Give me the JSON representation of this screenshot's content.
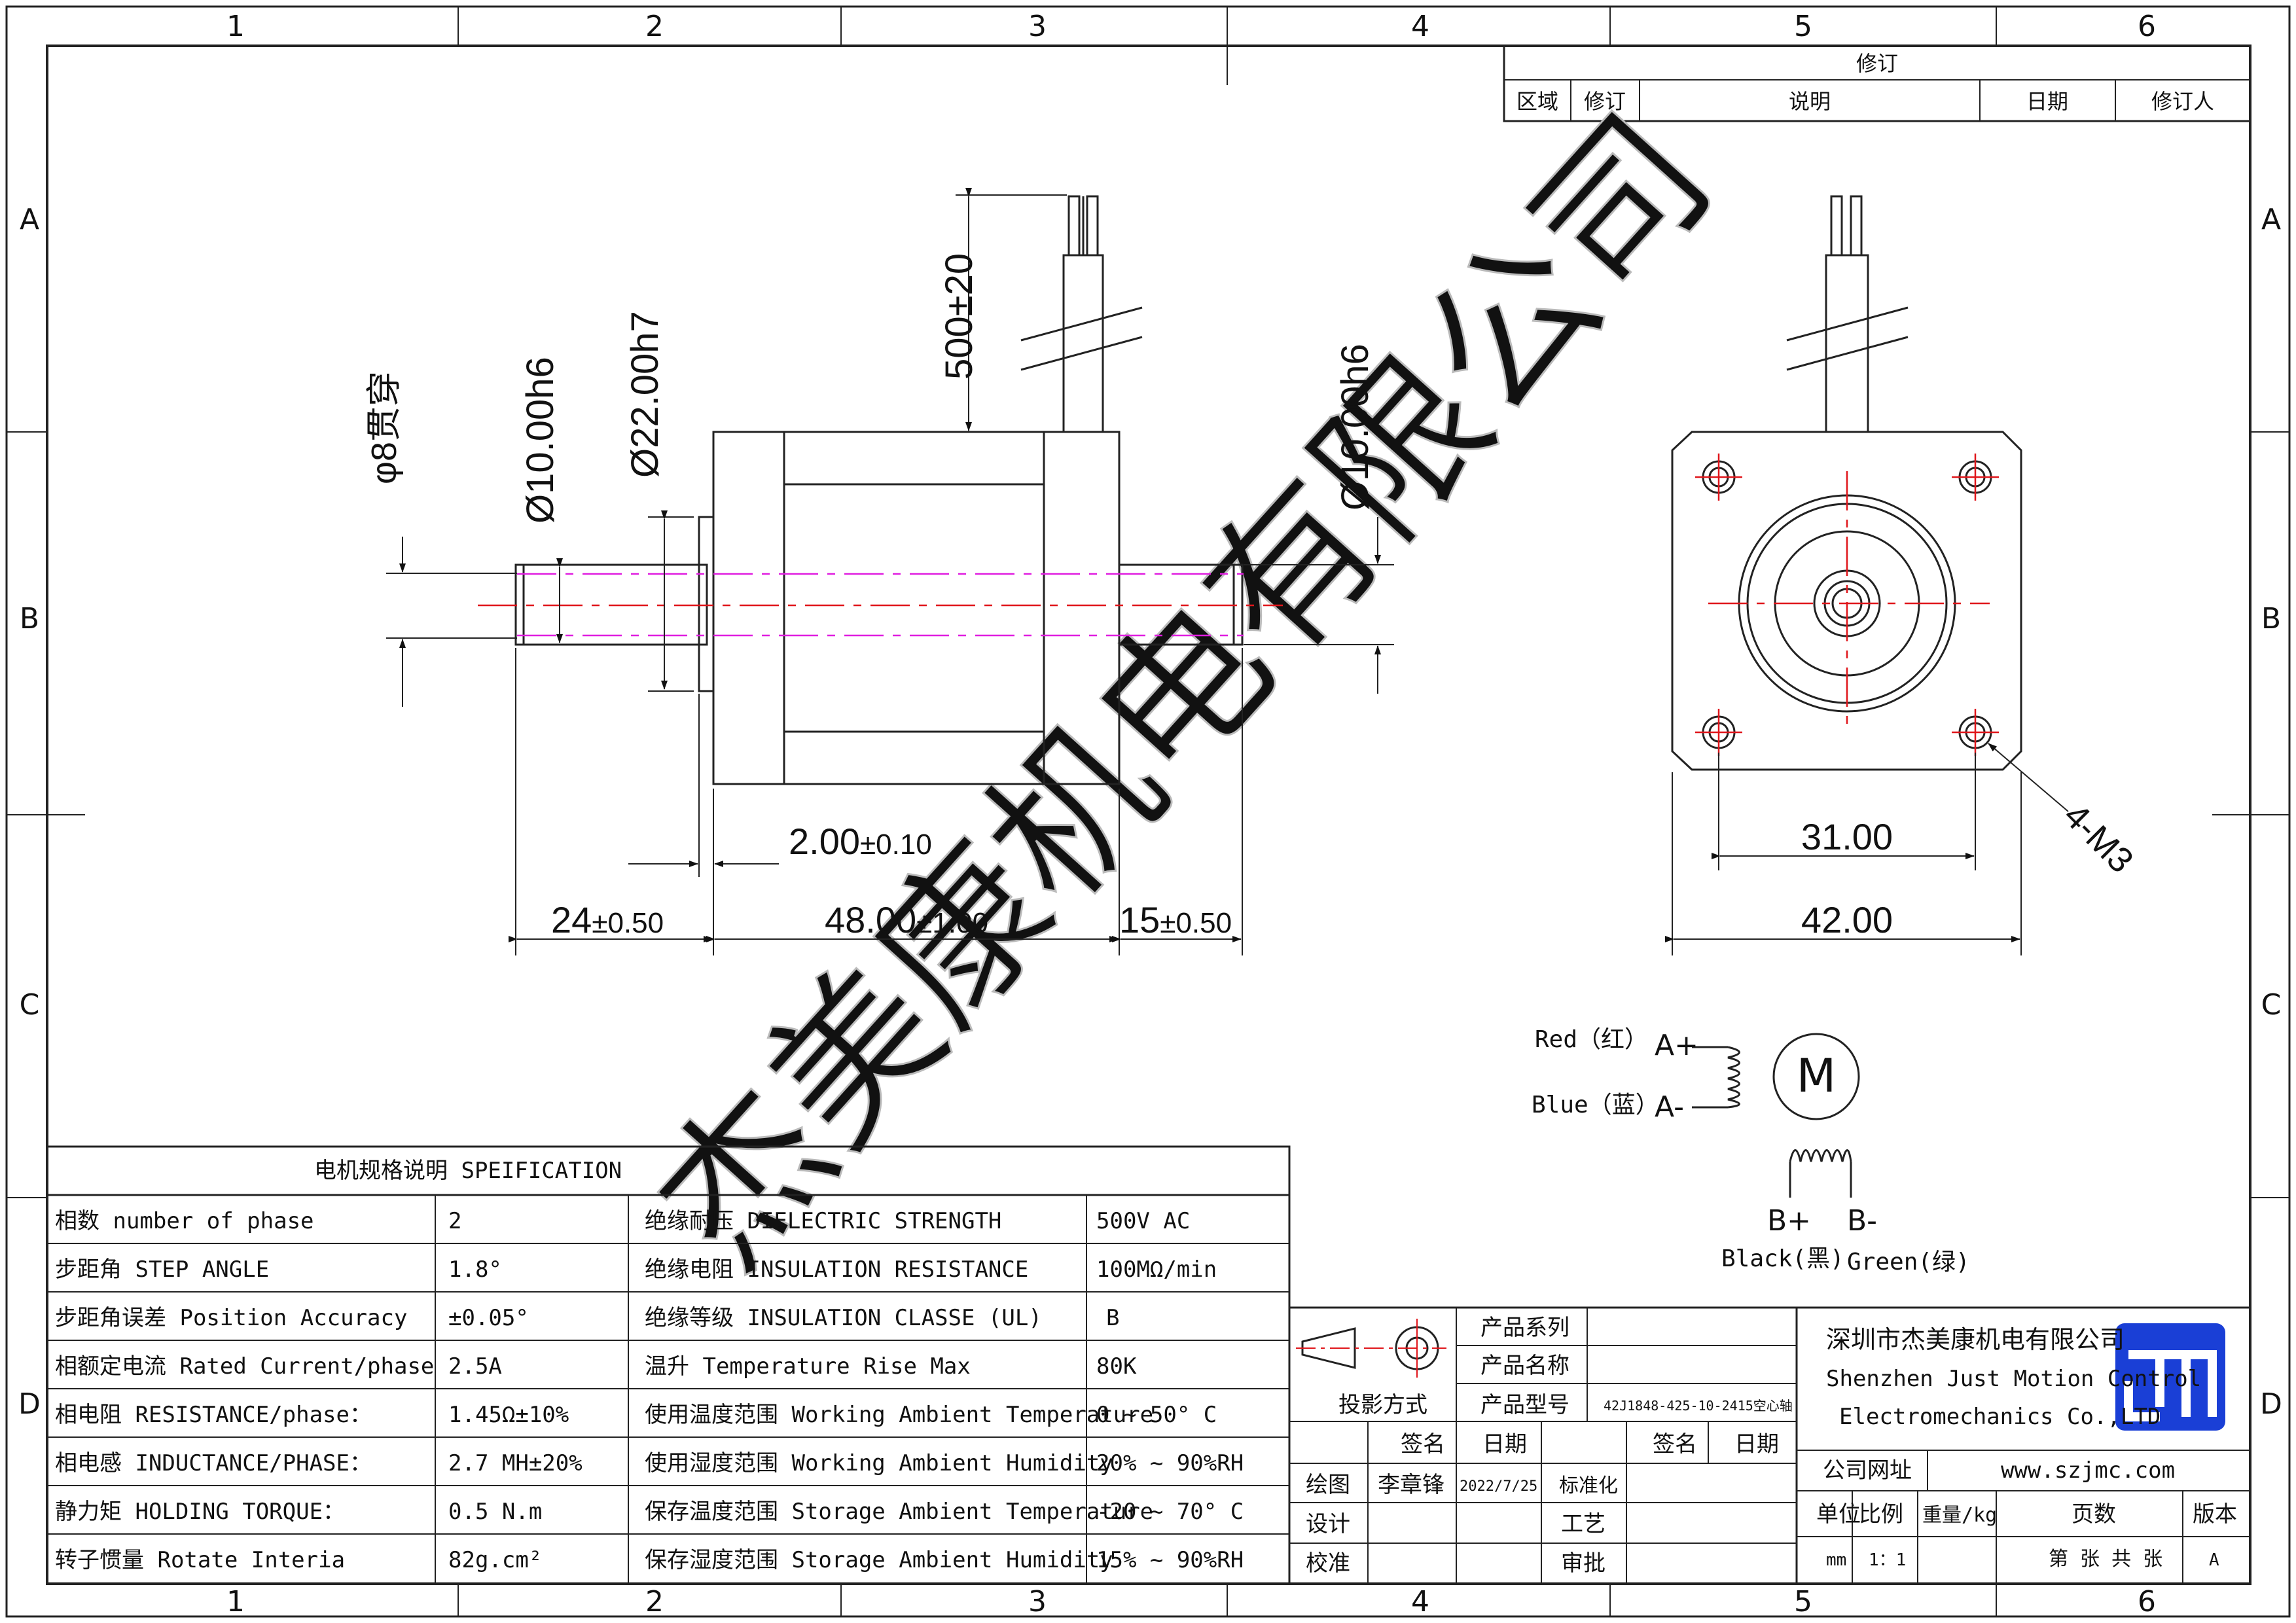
{
  "border": {
    "columns": [
      "1",
      "2",
      "3",
      "4",
      "5",
      "6"
    ],
    "rows": [
      "A",
      "B",
      "C",
      "D"
    ]
  },
  "revision": {
    "title": "修订",
    "headers": [
      "区域",
      "修订",
      "说明",
      "日期",
      "修订人"
    ]
  },
  "dims": {
    "cable_length": "500±20",
    "bore": "φ8贯穿",
    "shaft_left": "Ø10.00h6",
    "boss": "Ø22.00h7",
    "shaft_right": "Ø10.00h6",
    "boss_height": "2.00",
    "boss_height_tol": "±0.10",
    "left_shaft_len": "24",
    "left_shaft_len_tol": "±0.50",
    "body_len": "48.00",
    "body_len_tol": "±1.00",
    "right_shaft_len": "15",
    "right_shaft_len_tol": "±0.50",
    "hole_spacing": "31.00",
    "flange": "42.00",
    "holes": "4-M3"
  },
  "wiring": {
    "red": "Red（红）",
    "blue": "Blue（蓝）",
    "a_plus": "A+",
    "a_minus": "A-",
    "motor": "M",
    "b_plus": "B+",
    "b_minus": "B-",
    "black": "Black(黑)",
    "green": "Green(绿)"
  },
  "watermark": "杰美康机电有限公司",
  "spec": {
    "title": "电机规格说明 SPEIFICATION",
    "rows": [
      {
        "p1": "相数 number of phase",
        "v1": "2",
        "p2": "绝缘耐压 DIELECTRIC STRENGTH",
        "v2": "500V AC"
      },
      {
        "p1": "步距角 STEP ANGLE",
        "v1": "1.8°",
        "p2": "绝缘电阻 INSULATION RESISTANCE",
        "v2": "100MΩ/min"
      },
      {
        "p1": "步距角误差 Position Accuracy",
        "v1": "±0.05°",
        "p2": "绝缘等级 INSULATION CLASSE (UL)",
        "v2": "B"
      },
      {
        "p1": "相额定电流 Rated Current/phase",
        "v1": "2.5A",
        "p2": "温升 Temperature Rise Max",
        "v2": "80K"
      },
      {
        "p1": "相电阻 RESISTANCE/phase：",
        "v1": "1.45Ω±10%",
        "p2": "使用温度范围 Working Ambient Temperature",
        "v2": "0 ~ 50° C"
      },
      {
        "p1": "相电感 INDUCTANCE/PHASE：",
        "v1": "2.7 MH±20%",
        "p2": "使用湿度范围 Working Ambient Humidity",
        "v2": "20% ~ 90%RH"
      },
      {
        "p1": "静力矩 HOLDING TORQUE：",
        "v1": "0.5 N.m",
        "p2": "保存温度范围 Storage Ambient Temperature",
        "v2": "-20 ~ 70° C"
      },
      {
        "p1": "转子惯量 Rotate Interia",
        "v1": "82g.cm²",
        "p2": "保存湿度范围 Storage Ambient Humidity",
        "v2": "15% ~ 90%RH"
      }
    ]
  },
  "titleblock": {
    "product_series": "产品系列",
    "product_name": "产品名称",
    "projection": "投影方式",
    "product_model": "产品型号",
    "model_value": "42J1848-425-10-2415空心轴",
    "sign": "签名",
    "date": "日期",
    "sign2": "签名",
    "date2": "日期",
    "draw": "绘图",
    "drawer": "李章锋",
    "draw_date": "2022/7/25",
    "standard": "标准化",
    "design": "设计",
    "process": "工艺",
    "check": "校准",
    "approve": "审批",
    "company_cn": "深圳市杰美康机电有限公司",
    "company_en1": "Shenzhen Just Motion Control",
    "company_en2": "Electromechanics Co.,LTD",
    "website_label": "公司网址",
    "website": "www.szjmc.com",
    "unit": "单位",
    "scale": "比例",
    "weight": "重量/kg",
    "pages": "页数",
    "version": "版本",
    "unit_value": "mm",
    "scale_value": "1：1",
    "pages_value": "第 张 共 张",
    "version_value": "A"
  }
}
